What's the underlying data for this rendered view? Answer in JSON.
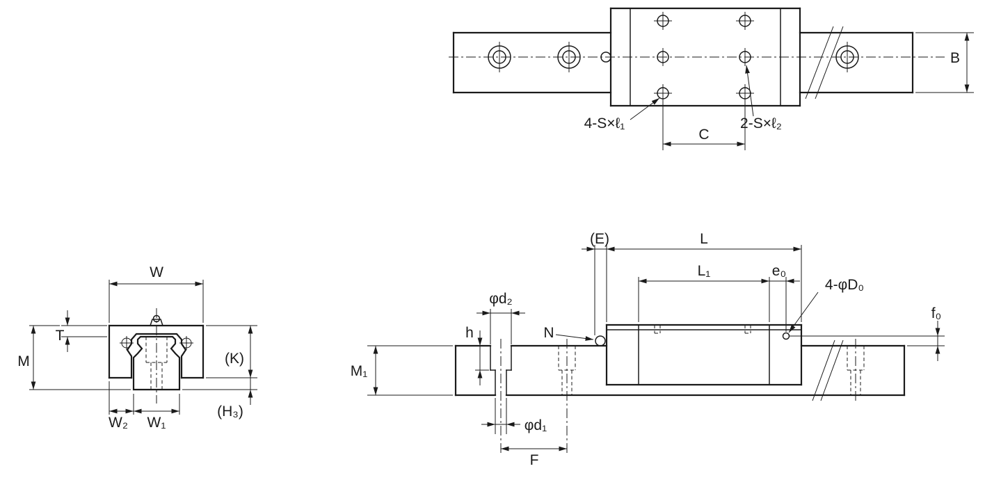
{
  "title": "Linear motion guide dimensional drawing",
  "ink": "#1a1a1a",
  "background": "#ffffff",
  "labels": {
    "top": {
      "bolts4": "4-S×ℓ₁",
      "bolts2": "2-S×ℓ₂",
      "c": "C",
      "b": "B"
    },
    "section": {
      "w": "W",
      "t": "T",
      "m": "M",
      "k": "(K)",
      "h3": "(H₃)",
      "w2": "W₂",
      "w1": "W₁"
    },
    "side": {
      "e": "(E)",
      "l": "L",
      "l1": "L₁",
      "e0": "e₀",
      "d0": "4-φD₀",
      "f0": "f₀",
      "n": "N",
      "h": "h",
      "d2": "φd₂",
      "m1": "M₁",
      "d1": "φd₁",
      "f": "F"
    }
  }
}
